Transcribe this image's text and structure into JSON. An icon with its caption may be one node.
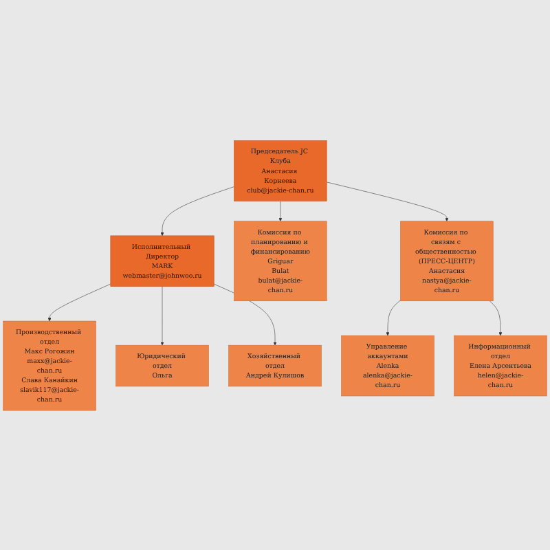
{
  "diagram": {
    "nodes": [
      {
        "text": [
          "Председатель JC Клуба",
          "Анастасия Корнеева",
          "club@jackie-chan.ru"
        ]
      },
      {
        "text": [
          "Исполнительный Директор",
          "MARK",
          "webmaster@johnwoo.ru"
        ]
      },
      {
        "text": [
          "Комиссия по планированию и финансированию",
          "Griguar",
          "Bulat",
          "bulat@jackie-chan.ru"
        ]
      },
      {
        "text": [
          "Комиссия по связям с общественностью (ПРЕСС-ЦЕНТР)",
          "Анастасия",
          "nastya@jackie-chan.ru"
        ]
      },
      {
        "text": [
          "Управление аккаунтами",
          "Alenka",
          "alenka@jackie-chan.ru"
        ]
      },
      {
        "text": [
          "Информационный отдел",
          "Елена Арсентьева",
          "helen@jackie-chan.ru"
        ]
      },
      {
        "text": [
          "Производственный отдел",
          "Макс Рогожин",
          "maxx@jackie-chan.ru",
          "Слава Канайкин",
          "slavik117@jackie-chan.ru"
        ]
      },
      {
        "text": [
          "Юридический отдел",
          "Ольга"
        ]
      },
      {
        "text": [
          "Хозяйственный отдел",
          "Андрей Кулишов"
        ]
      }
    ],
    "edges": [
      {
        "from": 0,
        "to": 1,
        "arrow": "to"
      },
      {
        "from": 0,
        "to": 2,
        "arrow": "to"
      },
      {
        "from": 0,
        "to": 3,
        "arrow": "to"
      },
      {
        "from": 3,
        "to": 4,
        "arrow": "to"
      },
      {
        "from": 3,
        "to": 5,
        "arrow": "to"
      },
      {
        "from": 1,
        "to": 6,
        "arrow": "to"
      },
      {
        "from": 1,
        "to": 7,
        "arrow": "to"
      },
      {
        "from": 1,
        "to": 8,
        "arrow": "to"
      }
    ]
  }
}
